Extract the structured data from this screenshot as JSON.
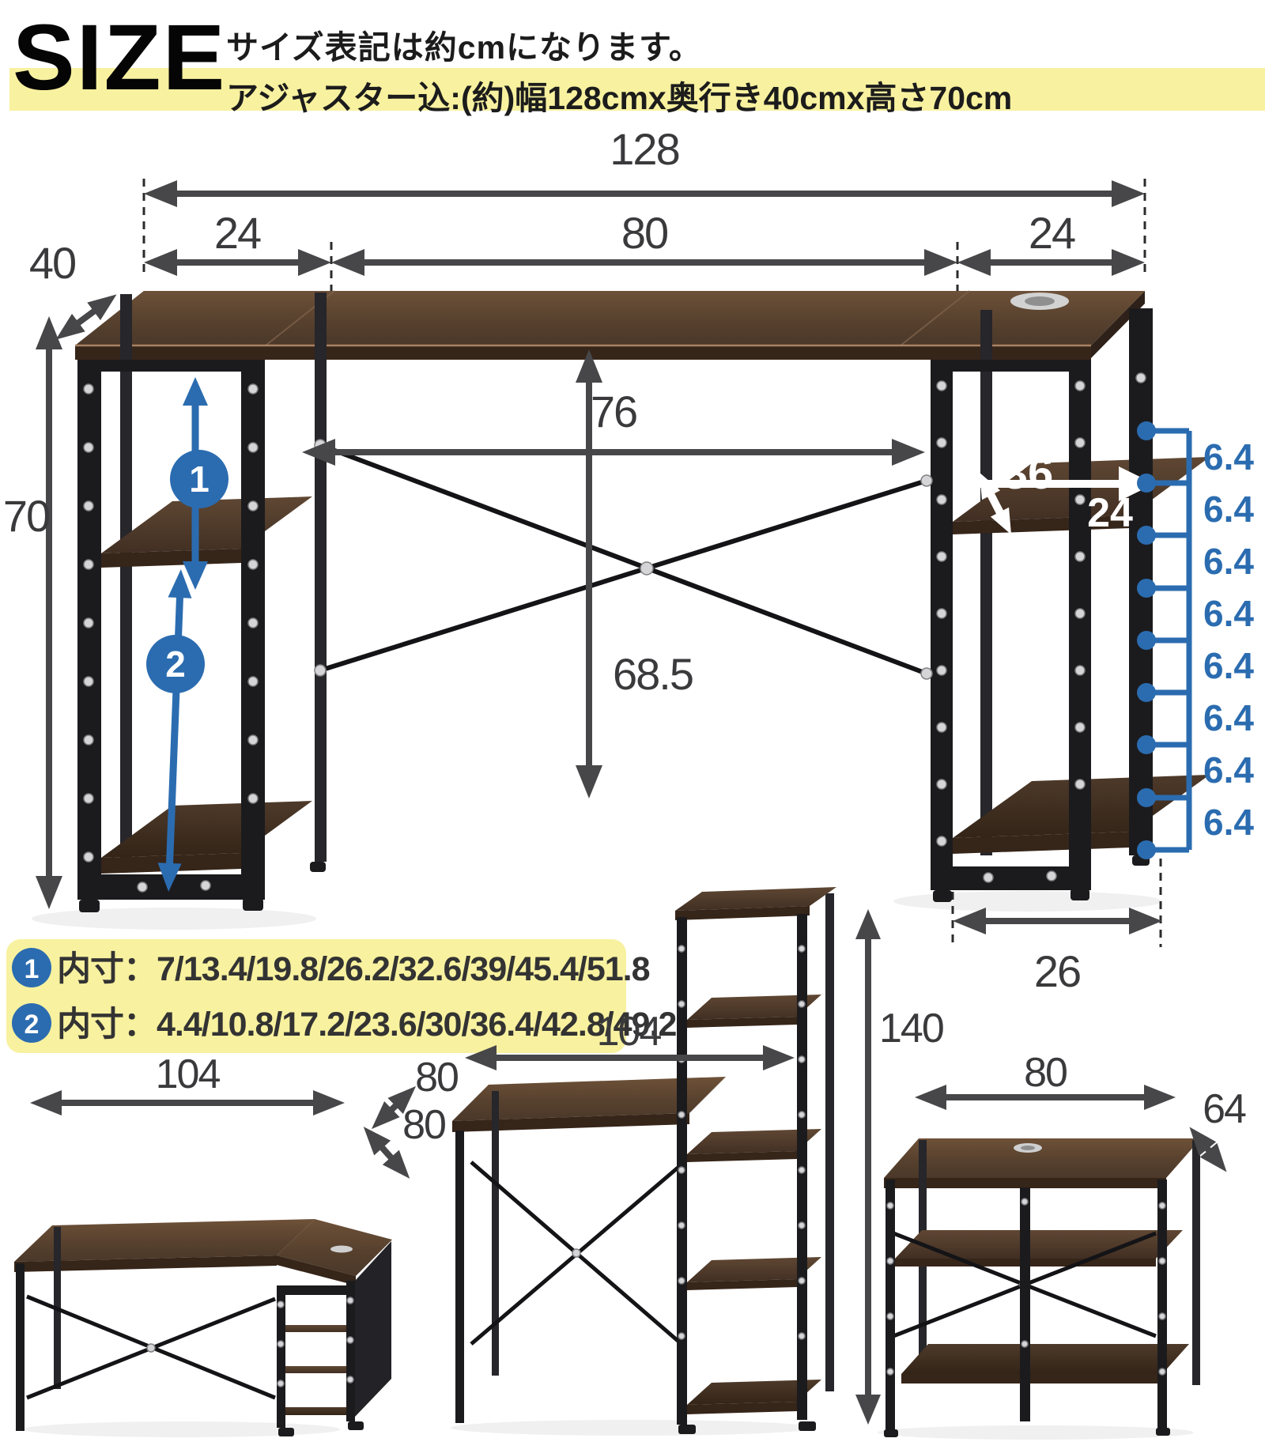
{
  "header": {
    "title": "SIZE",
    "subtitle": "サイズ表記は約cmになります。",
    "spec_line": "アジャスター込:(約)幅128cmx奥行き40cmx高さ70cm"
  },
  "colors": {
    "accent_blue": "#2b6cb0",
    "highlight_yellow": "#f8f19f",
    "wood_dark": "#5a4331",
    "frame_black": "#1b1b1e",
    "dim_gray": "#474749"
  },
  "main_diagram": {
    "total_width": "128",
    "left_section": "24",
    "center_section": "80",
    "right_section": "24",
    "depth": "40",
    "height": "70",
    "inner_width": "76",
    "inner_height": "68.5",
    "shelf_depth": "36",
    "shelf_width": "24",
    "base_depth": "26",
    "marker1": "1",
    "marker2": "2",
    "pitch_labels": [
      "6.4",
      "6.4",
      "6.4",
      "6.4",
      "6.4",
      "6.4",
      "6.4",
      "6.4"
    ]
  },
  "notes": {
    "line1_marker": "1",
    "line1_text": "内寸：7/13.4/19.8/26.2/32.6/39/45.4/51.8",
    "line2_marker": "2",
    "line2_text": "内寸：4.4/10.8/17.2/23.6/30/36.4/42.8/49.2"
  },
  "figures": [
    {
      "label": "l-shape-config",
      "width": "104",
      "depth": "80"
    },
    {
      "label": "tower-config",
      "width": "104",
      "depth": "80",
      "height": "140"
    },
    {
      "label": "compact-config",
      "width": "80",
      "depth": "64"
    }
  ]
}
